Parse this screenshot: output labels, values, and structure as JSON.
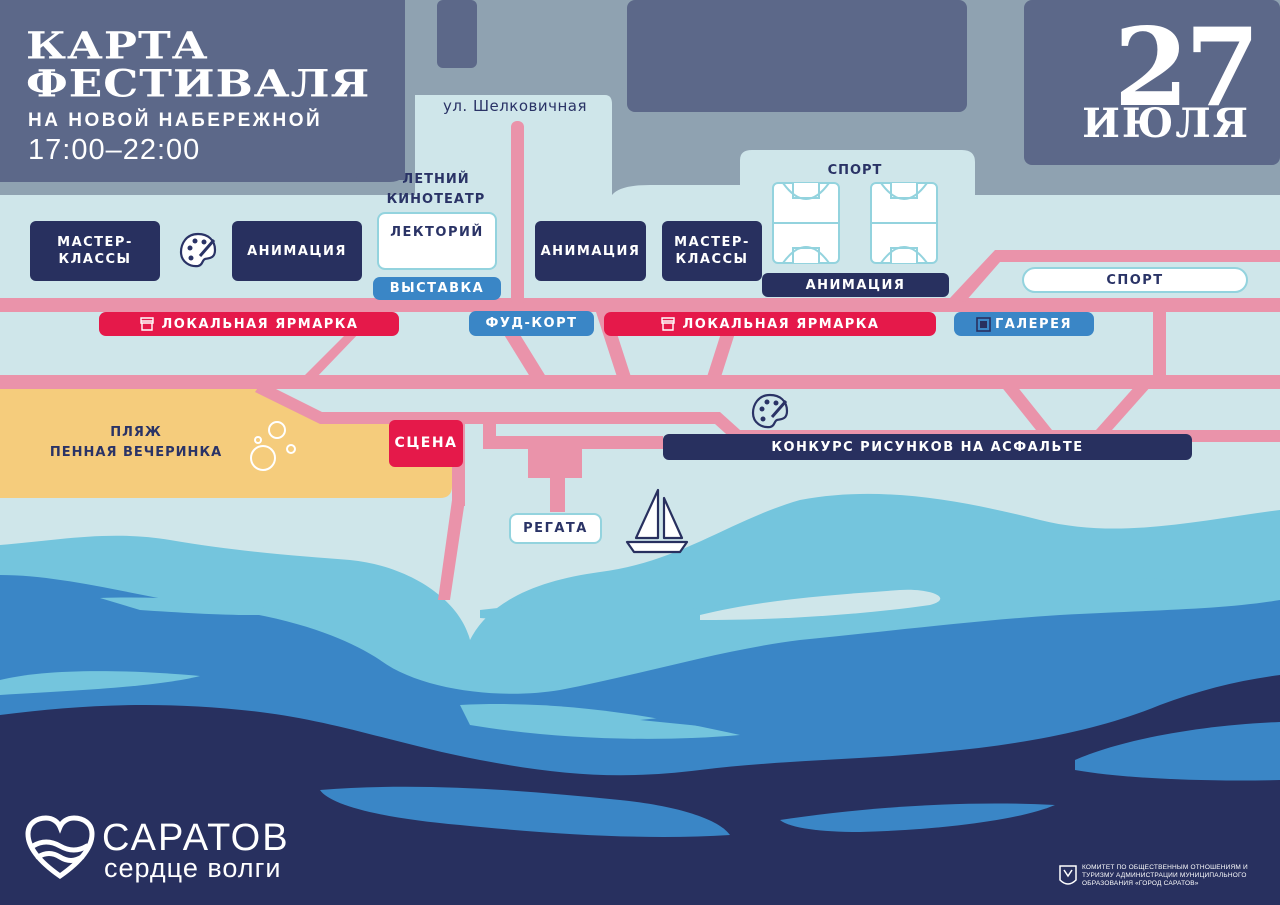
{
  "header": {
    "title_line1": "КАРТА",
    "title_line2": "ФЕСТИВАЛЯ",
    "subtitle": "НА НОВОЙ НАБЕРЕЖНОЙ",
    "time": "17:00–22:00"
  },
  "date": {
    "day": "27",
    "month": "ИЮЛЯ"
  },
  "street": "ул. Шелковичная",
  "zones": {
    "master_classes_left": "МАСТЕР-\nКЛАССЫ",
    "animation_left": "АНИМАЦИЯ",
    "summer_cinema": "ЛЕТНИЙ\nКИНОТЕАТР",
    "lecture_hall": "ЛЕКТОРИЙ",
    "exhibition": "ВЫСТАВКА",
    "animation_center": "АНИМАЦИЯ",
    "master_classes_center": "МАСТЕР-\nКЛАССЫ",
    "sport_top": "СПОРТ",
    "animation_right": "АНИМАЦИЯ",
    "sport_right": "СПОРТ",
    "local_fair_left": "ЛОКАЛЬНАЯ ЯРМАРКА",
    "food_court": "ФУД-КОРТ",
    "local_fair_center": "ЛОКАЛЬНАЯ ЯРМАРКА",
    "gallery": "ГАЛЕРЕЯ",
    "beach": "ПЛЯЖ\nПЕННАЯ ВЕЧЕРИНКА",
    "stage": "СЦЕНА",
    "asphalt_contest": "КОНКУРС РИСУНКОВ НА АСФАЛЬТЕ",
    "regatta": "РЕГАТА"
  },
  "logo": {
    "name": "САРАТОВ",
    "slogan": "сердце волги",
    "committee": "КОМИТЕТ ПО ОБЩЕСТВЕННЫМ ОТНОШЕНИЯМ И ТУРИЗМУ АДМИНИСТРАЦИИ МУНИЦИПАЛЬНОГО ОБРАЗОВАНИЯ «ГОРОД САРАТОВ»"
  },
  "icons": {
    "palette": "palette-icon",
    "market_stall": "market-stall-icon",
    "gallery": "gallery-frame-icon",
    "bubbles": "bubbles-icon",
    "sailboat": "sailboat-icon",
    "basketball_court": "basketball-court-icon",
    "heart_logo": "heart-waves-logo-icon",
    "coat_of_arms": "coat-of-arms-icon"
  },
  "colors": {
    "background_ground": "#cfe6ea",
    "buildings": "#8fa2b1",
    "buildings_dark": "#5c6889",
    "paths": "#ea93aa",
    "beach": "#f5cc7c",
    "water_light": "#74c5dd",
    "water_mid": "#3a86c6",
    "water_dark": "#28305f",
    "navy_labels": "#28305f",
    "red_labels": "#e5194a",
    "blue_labels": "#3a86c6"
  }
}
